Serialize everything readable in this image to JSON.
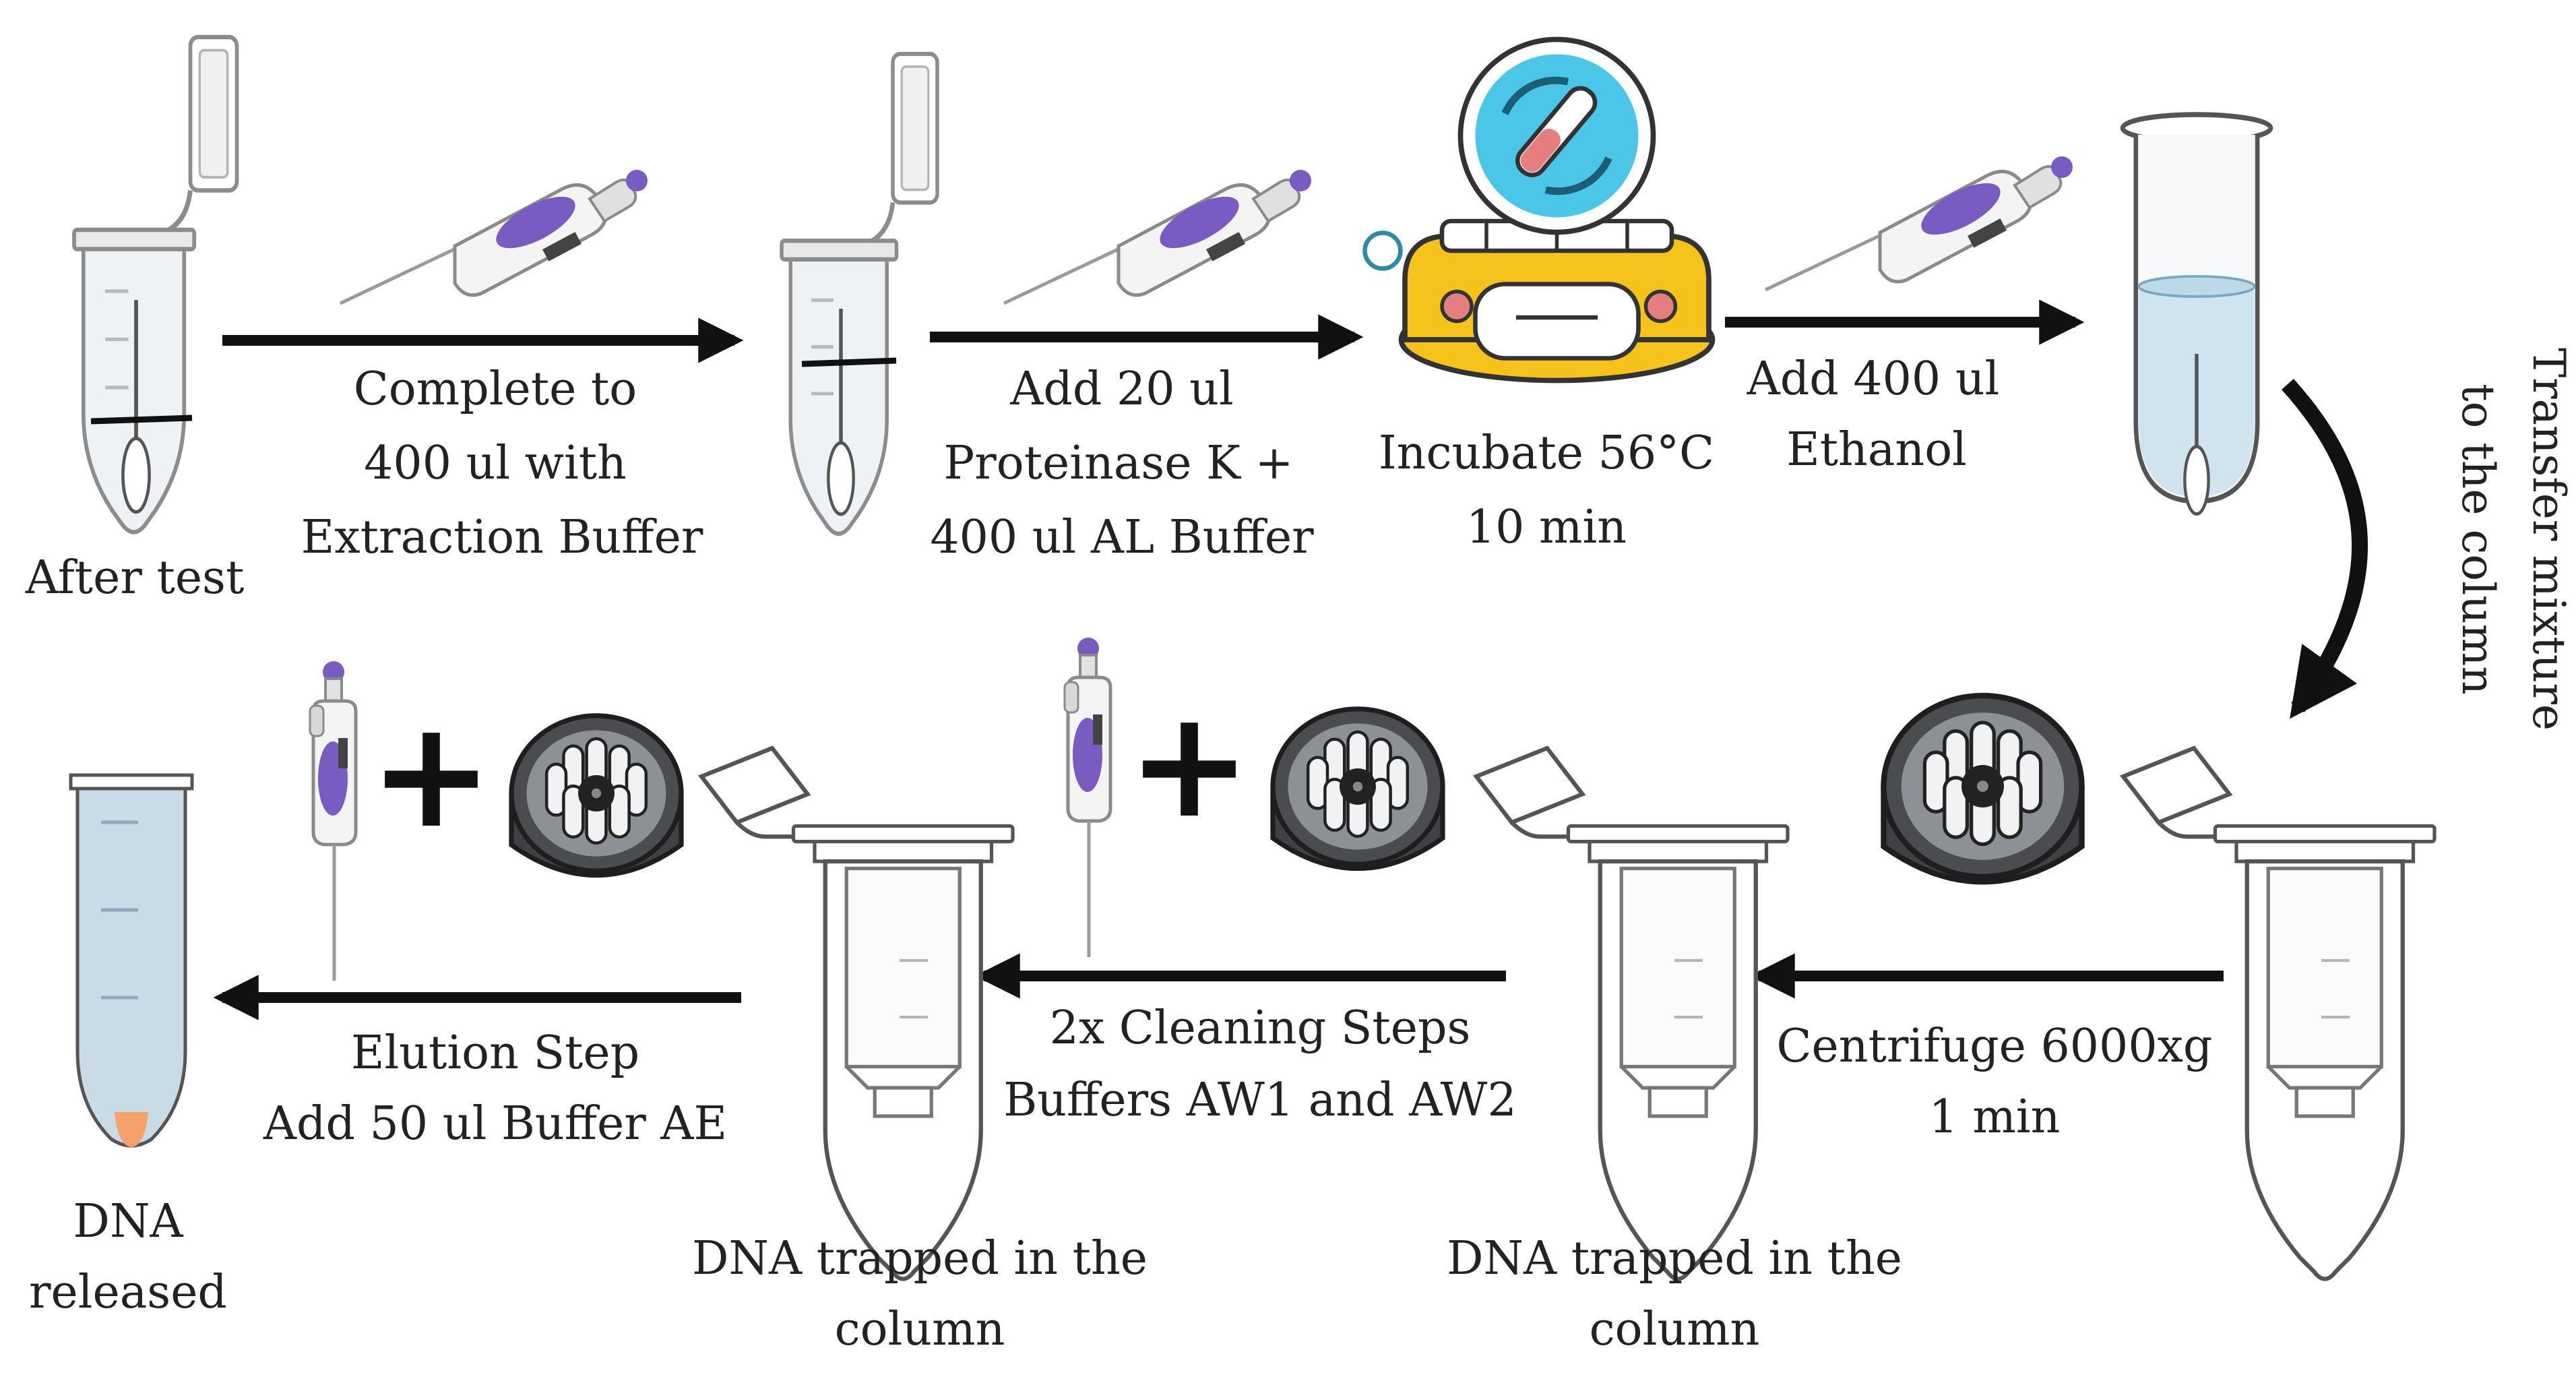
{
  "steps": {
    "after_test": "After test",
    "complete_l1": "Complete to",
    "complete_l2": "400 ul with",
    "complete_l3": "Extraction Buffer",
    "add20_l1": "Add 20 ul",
    "add20_l2": "Proteinase K +",
    "add20_l3": "400 ul AL Buffer",
    "incubate_l1": "Incubate 56°C",
    "incubate_l2": "10 min",
    "add400_l1": "Add 400 ul",
    "add400_l2": "Ethanol",
    "transfer_l1": "Transfer mixture",
    "transfer_l2": "to the column",
    "centrifuge_l1": "Centrifuge 6000xg",
    "centrifuge_l2": "1 min",
    "cleaning_l1": "2x Cleaning Steps",
    "cleaning_l2": "Buffers AW1 and AW2",
    "elution_l1": "Elution Step",
    "elution_l2": "Add 50 ul Buffer AE",
    "trapped_a_l1": "DNA trapped in the",
    "trapped_a_l2": "column",
    "trapped_b_l1": "DNA trapped in the",
    "trapped_b_l2": "column",
    "released_l1": "DNA",
    "released_l2": "released",
    "plus_sign": "+"
  },
  "colors": {
    "arrow": "#111111",
    "purple": "#7a5bc1",
    "liquid": "#cfe4ef",
    "incubator_yellow": "#f6c21c",
    "incubator_dish": "#4cc6e8",
    "rotor_dark": "#3f4144",
    "dna_pellet": "#f4a26a",
    "text": "#222222"
  },
  "icons": [
    "tube-icon",
    "pipette-icon",
    "incubator-icon",
    "rotor-icon",
    "spin-column-icon",
    "vertical-pipette-icon"
  ]
}
